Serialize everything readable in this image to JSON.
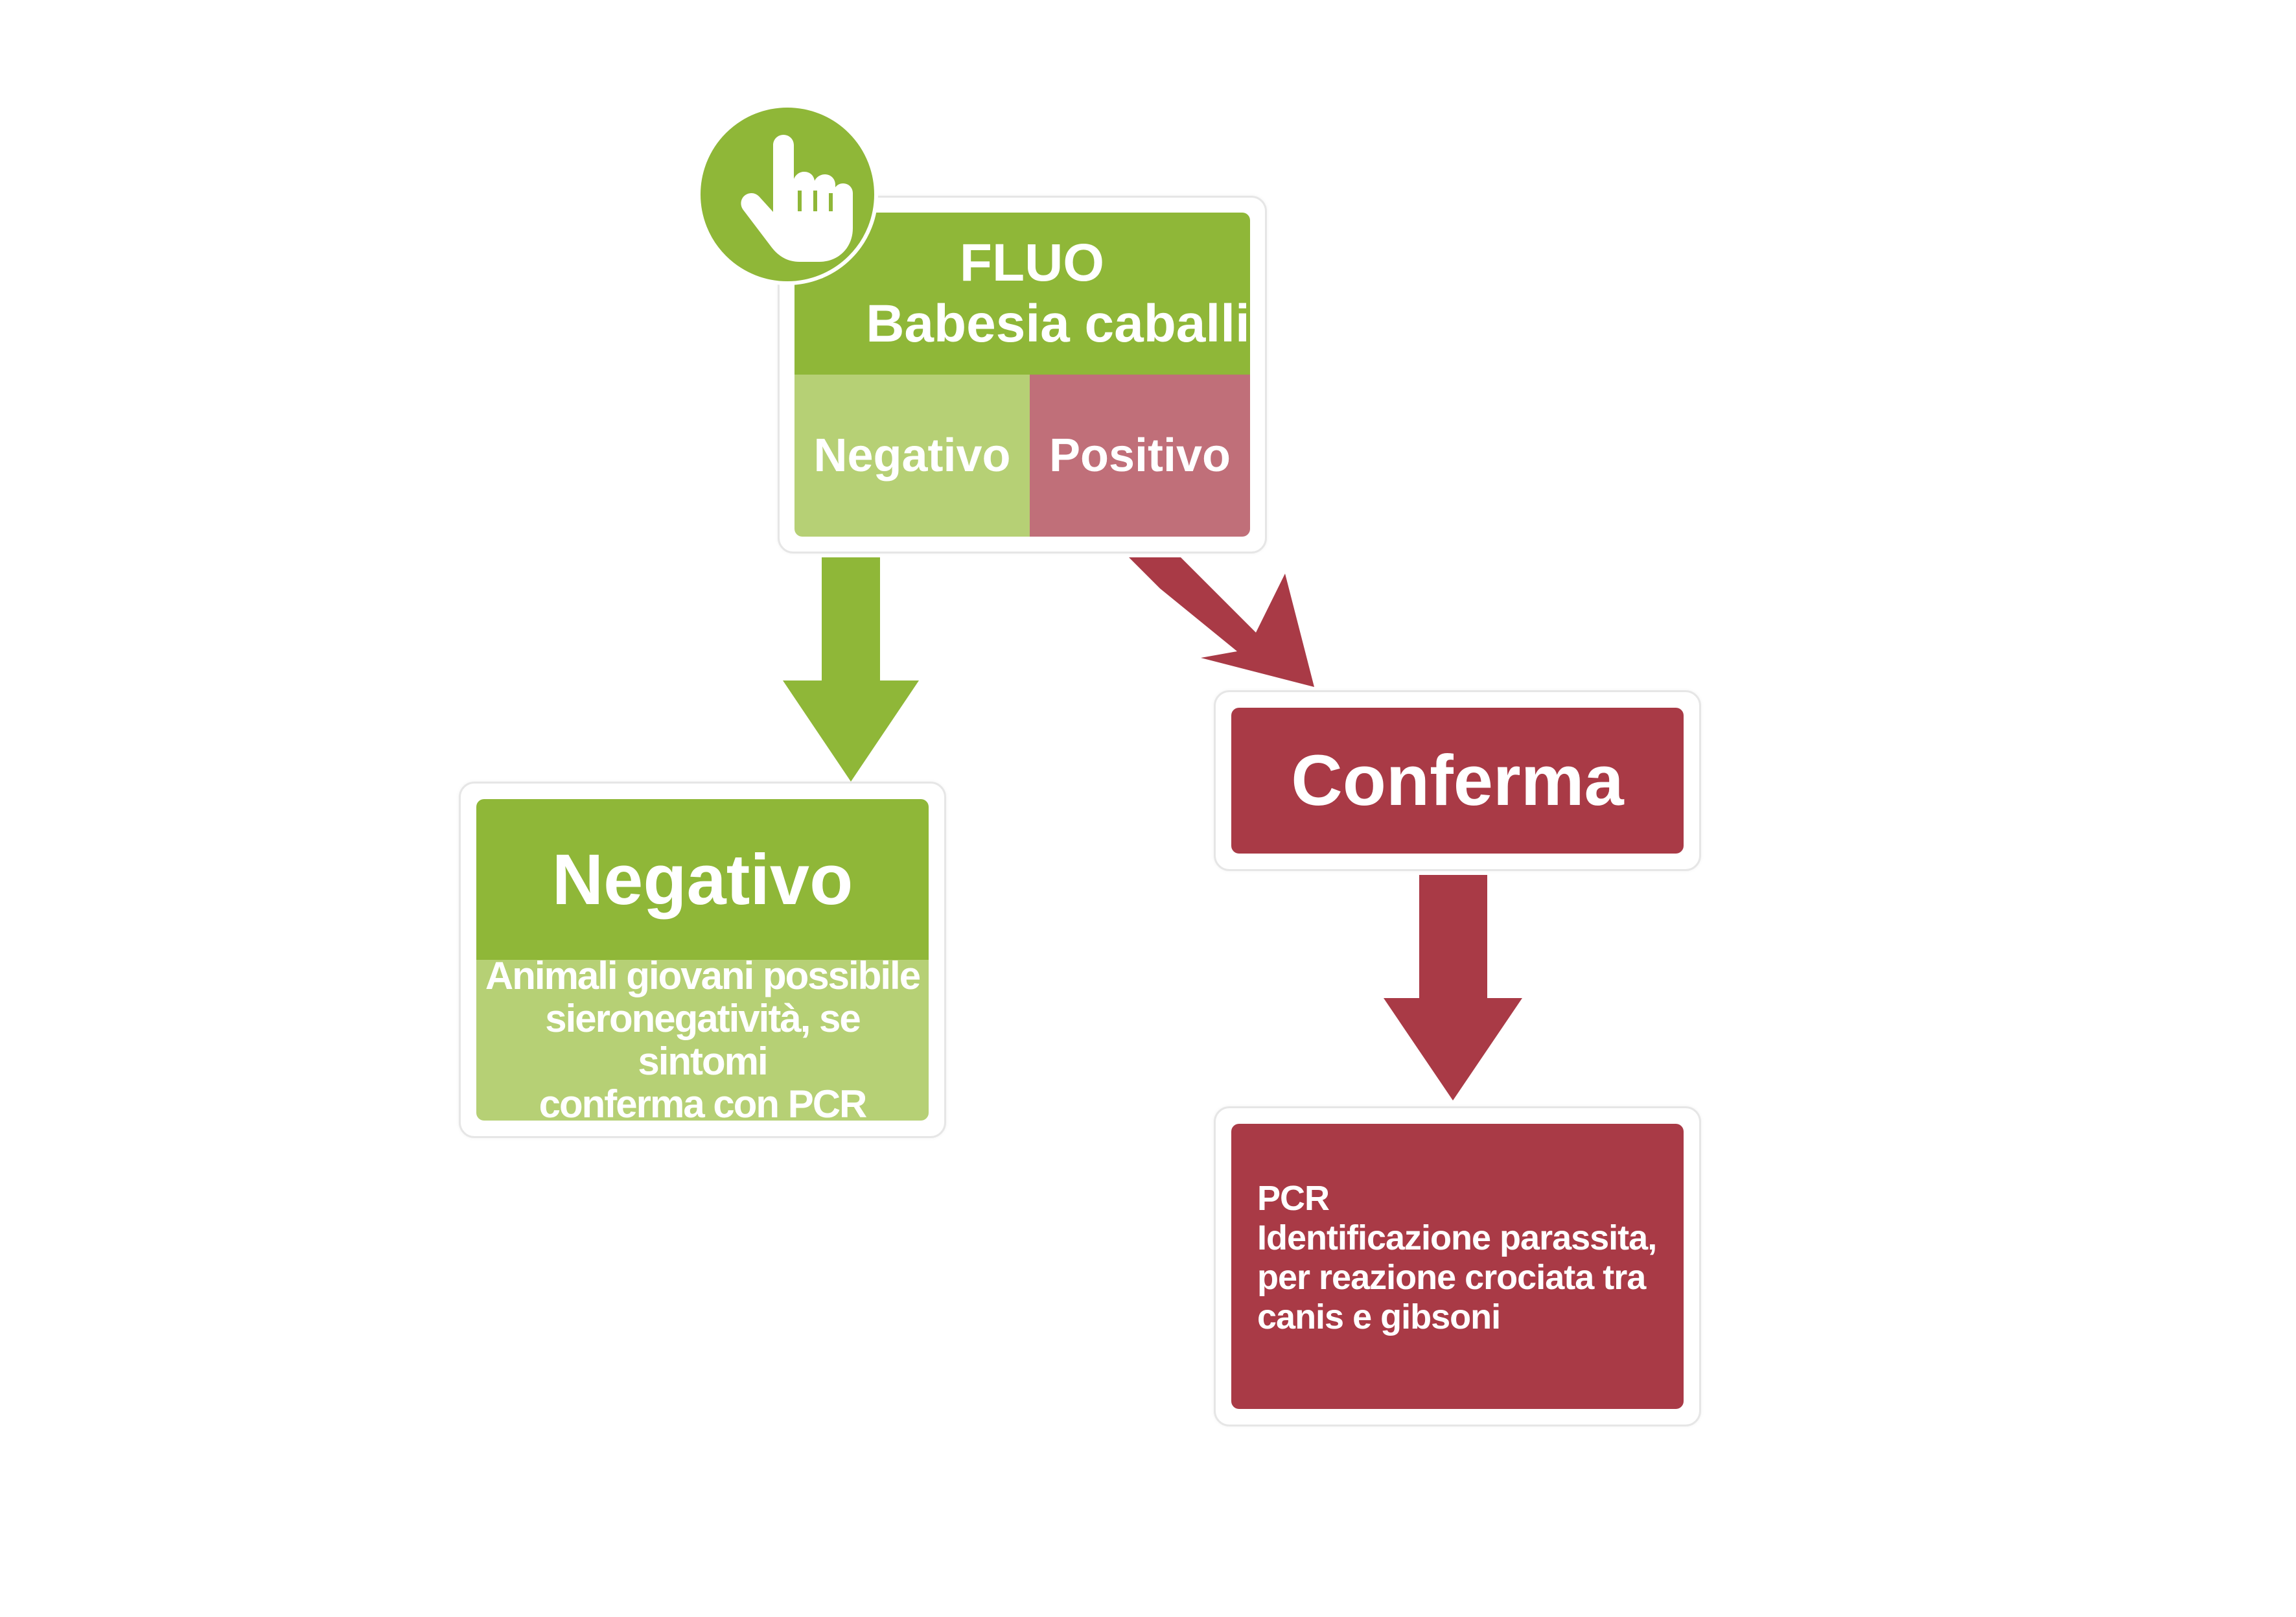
{
  "colors": {
    "green": "#8fb738",
    "green_light": "#b6d075",
    "rose": "#c06f79",
    "red": "#a93a46",
    "white": "#ffffff"
  },
  "top_box": {
    "icon": "hand-pointer-icon",
    "title_line1": "FLUO",
    "title_line2": "Babesia caballi",
    "option_negative": "Negativo",
    "option_positive": "Positivo"
  },
  "negative_box": {
    "title": "Negativo",
    "note_line1": "Animali giovani possibile",
    "note_line2": "sieronegatività, se sintomi",
    "note_line3": "conferma con PCR"
  },
  "confirm_box": {
    "title": "Conferma"
  },
  "pcr_box": {
    "line1": "PCR",
    "line2": "Identificazione parassita,",
    "line3": "per reazione crociata tra",
    "line4": "canis e gibsoni"
  }
}
